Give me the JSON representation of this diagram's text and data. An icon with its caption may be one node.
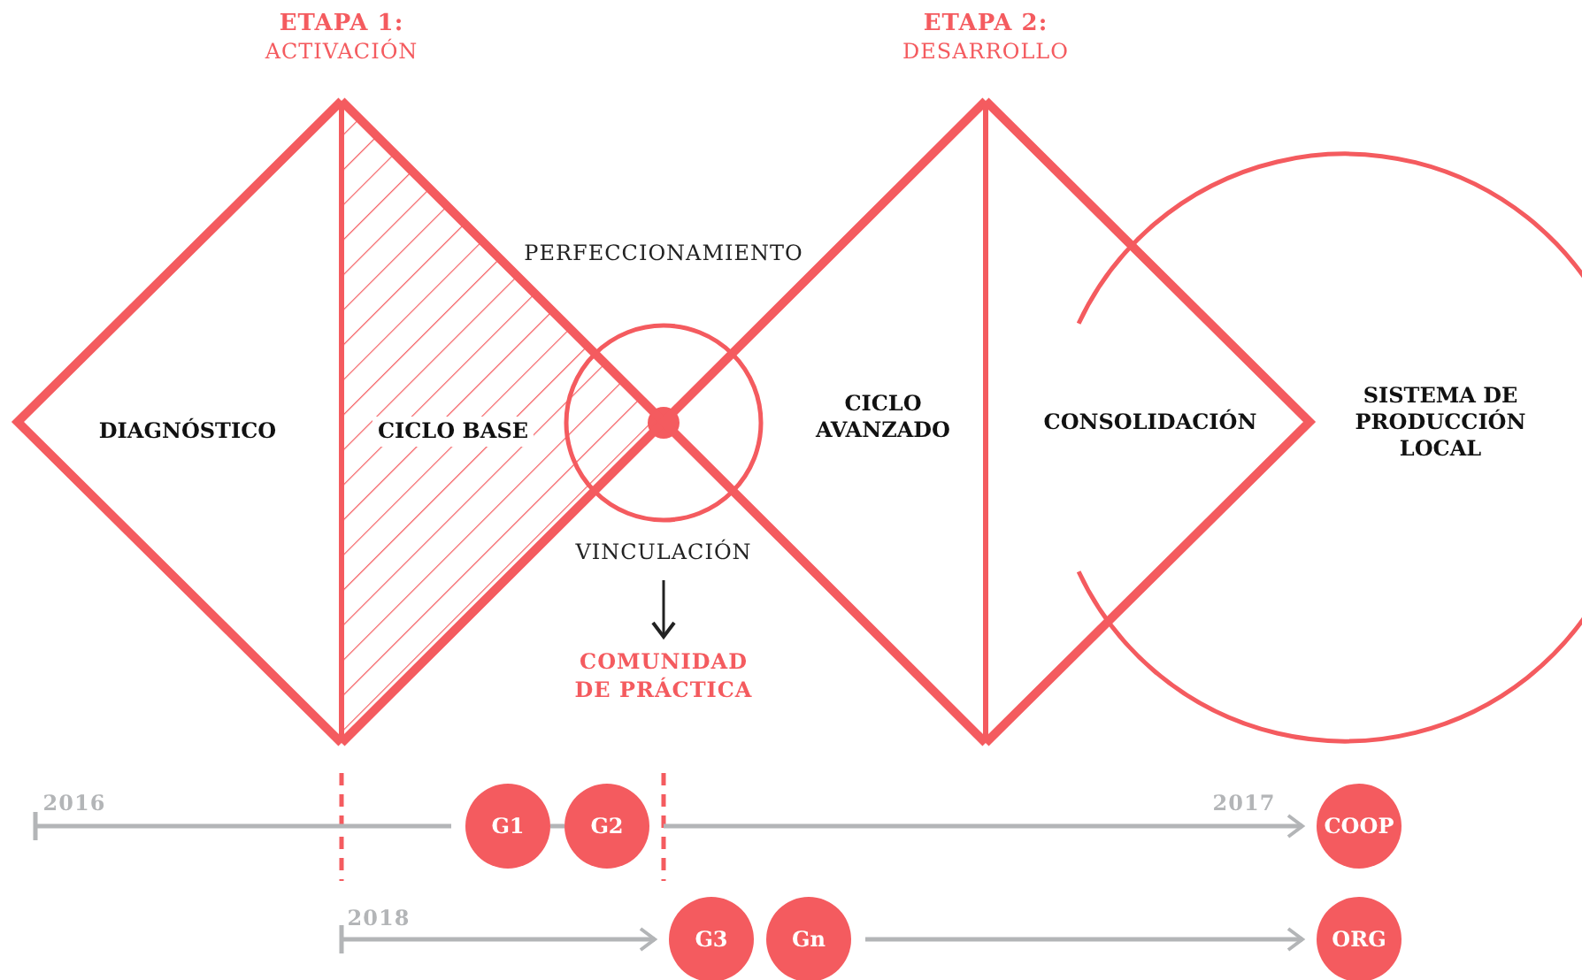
{
  "diagram": {
    "nodes": [
      {
        "text": [
          "DIAGNÓSTICO"
        ]
      },
      {
        "text": [
          "CICLO BASE"
        ]
      },
      {
        "text": [
          "CICLO AVANZADO"
        ]
      },
      {
        "text": [
          "CONSOLIDACIÓN"
        ]
      },
      {
        "text": [
          "SISTEMA DE PRODUCCIÓN LOCAL"
        ]
      },
      {
        "text": [
          "VINCULACIÓN"
        ]
      },
      {
        "text": [
          "COMUNIDAD DE PRÁCTICA"
        ]
      },
      {
        "text": [
          "G1"
        ]
      },
      {
        "text": [
          "G2"
        ]
      },
      {
        "text": [
          "COOP"
        ]
      },
      {
        "text": [
          "G3"
        ]
      },
      {
        "text": [
          "Gn"
        ]
      },
      {
        "text": [
          "ORG"
        ]
      }
    ],
    "edges": [
      {
        "from": null,
        "to": 7,
        "arrow": "none"
      },
      {
        "from": 7,
        "to": 8,
        "arrow": "none"
      },
      {
        "from": 8,
        "to": 9,
        "arrow": "to"
      },
      {
        "from": null,
        "to": 10,
        "arrow": "to"
      },
      {
        "from": 11,
        "to": 12,
        "arrow": "to"
      },
      {
        "from": 5,
        "to": 6,
        "arrow": "to",
        "color": "#222222"
      }
    ],
    "labels": [
      "ETAPA 1:",
      "ACTIVACIÓN",
      "ETAPA 2:",
      "DESARROLLO",
      "PERFECCIONAMIENTO",
      "2016",
      "2017",
      "2018"
    ]
  }
}
